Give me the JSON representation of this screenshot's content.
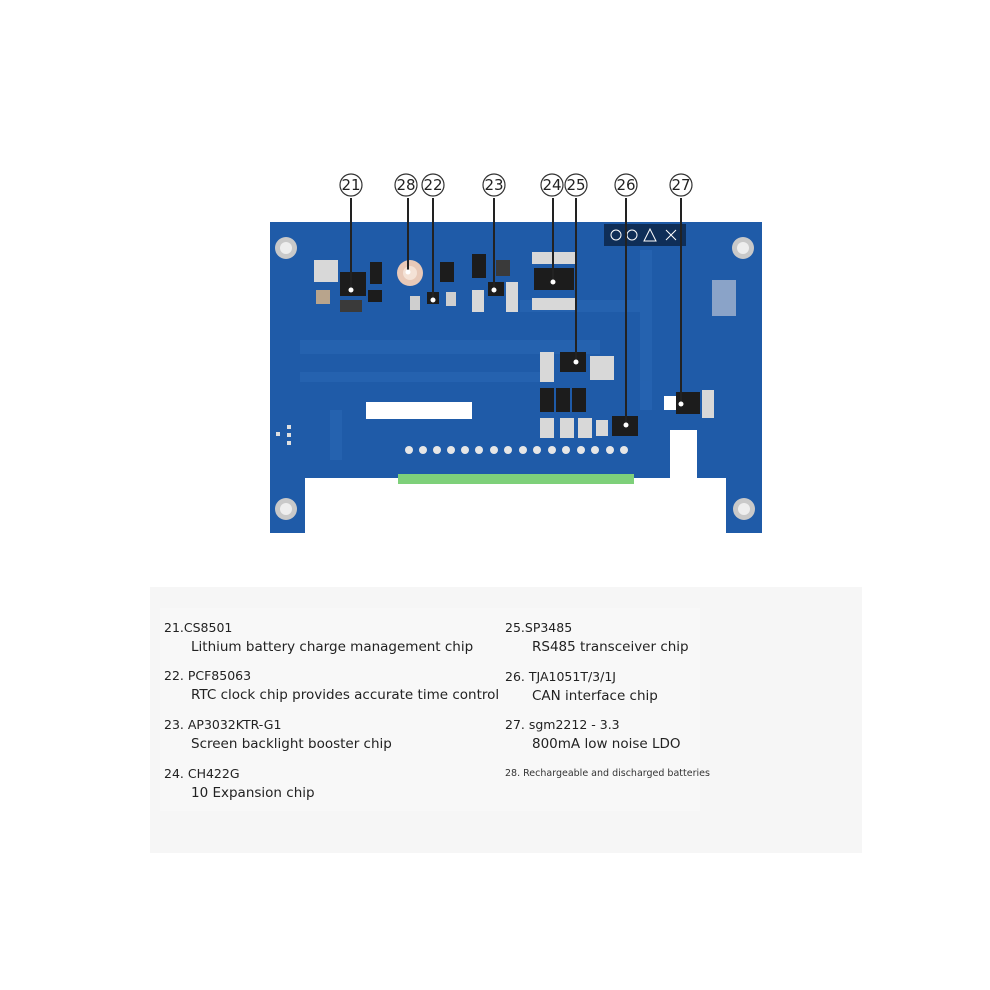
{
  "callouts": [
    {
      "num": "21"
    },
    {
      "num": "28"
    },
    {
      "num": "22"
    },
    {
      "num": "23"
    },
    {
      "num": "24"
    },
    {
      "num": "25"
    },
    {
      "num": "26"
    },
    {
      "num": "27"
    }
  ],
  "legend": {
    "left": [
      {
        "title": "21.CS8501",
        "desc": "Lithium battery charge management chip"
      },
      {
        "title": "22. PCF85063",
        "desc": "RTC clock chip provides accurate time control"
      },
      {
        "title": "23. AP3032KTR-G1",
        "desc": "Screen backlight booster chip"
      },
      {
        "title": "24. CH422G",
        "desc": "10 Expansion chip"
      }
    ],
    "right": [
      {
        "title": "25.SP3485",
        "desc": "RS485 transceiver chip"
      },
      {
        "title": "26. TJA1051T/3/1J",
        "desc": "CAN interface chip"
      },
      {
        "title": "27. sgm2212 - 3.3",
        "desc": "800mA low noise LDO"
      },
      {
        "title": "28. Rechargeable and discharged batteries"
      }
    ]
  },
  "colors": {
    "board": "#1f5ba8",
    "board_dark": "#164a8e",
    "connector": "#7ed07a",
    "chip": "#1c1c1c",
    "silk": "#ffffff",
    "battery": "#e8c9b8"
  }
}
